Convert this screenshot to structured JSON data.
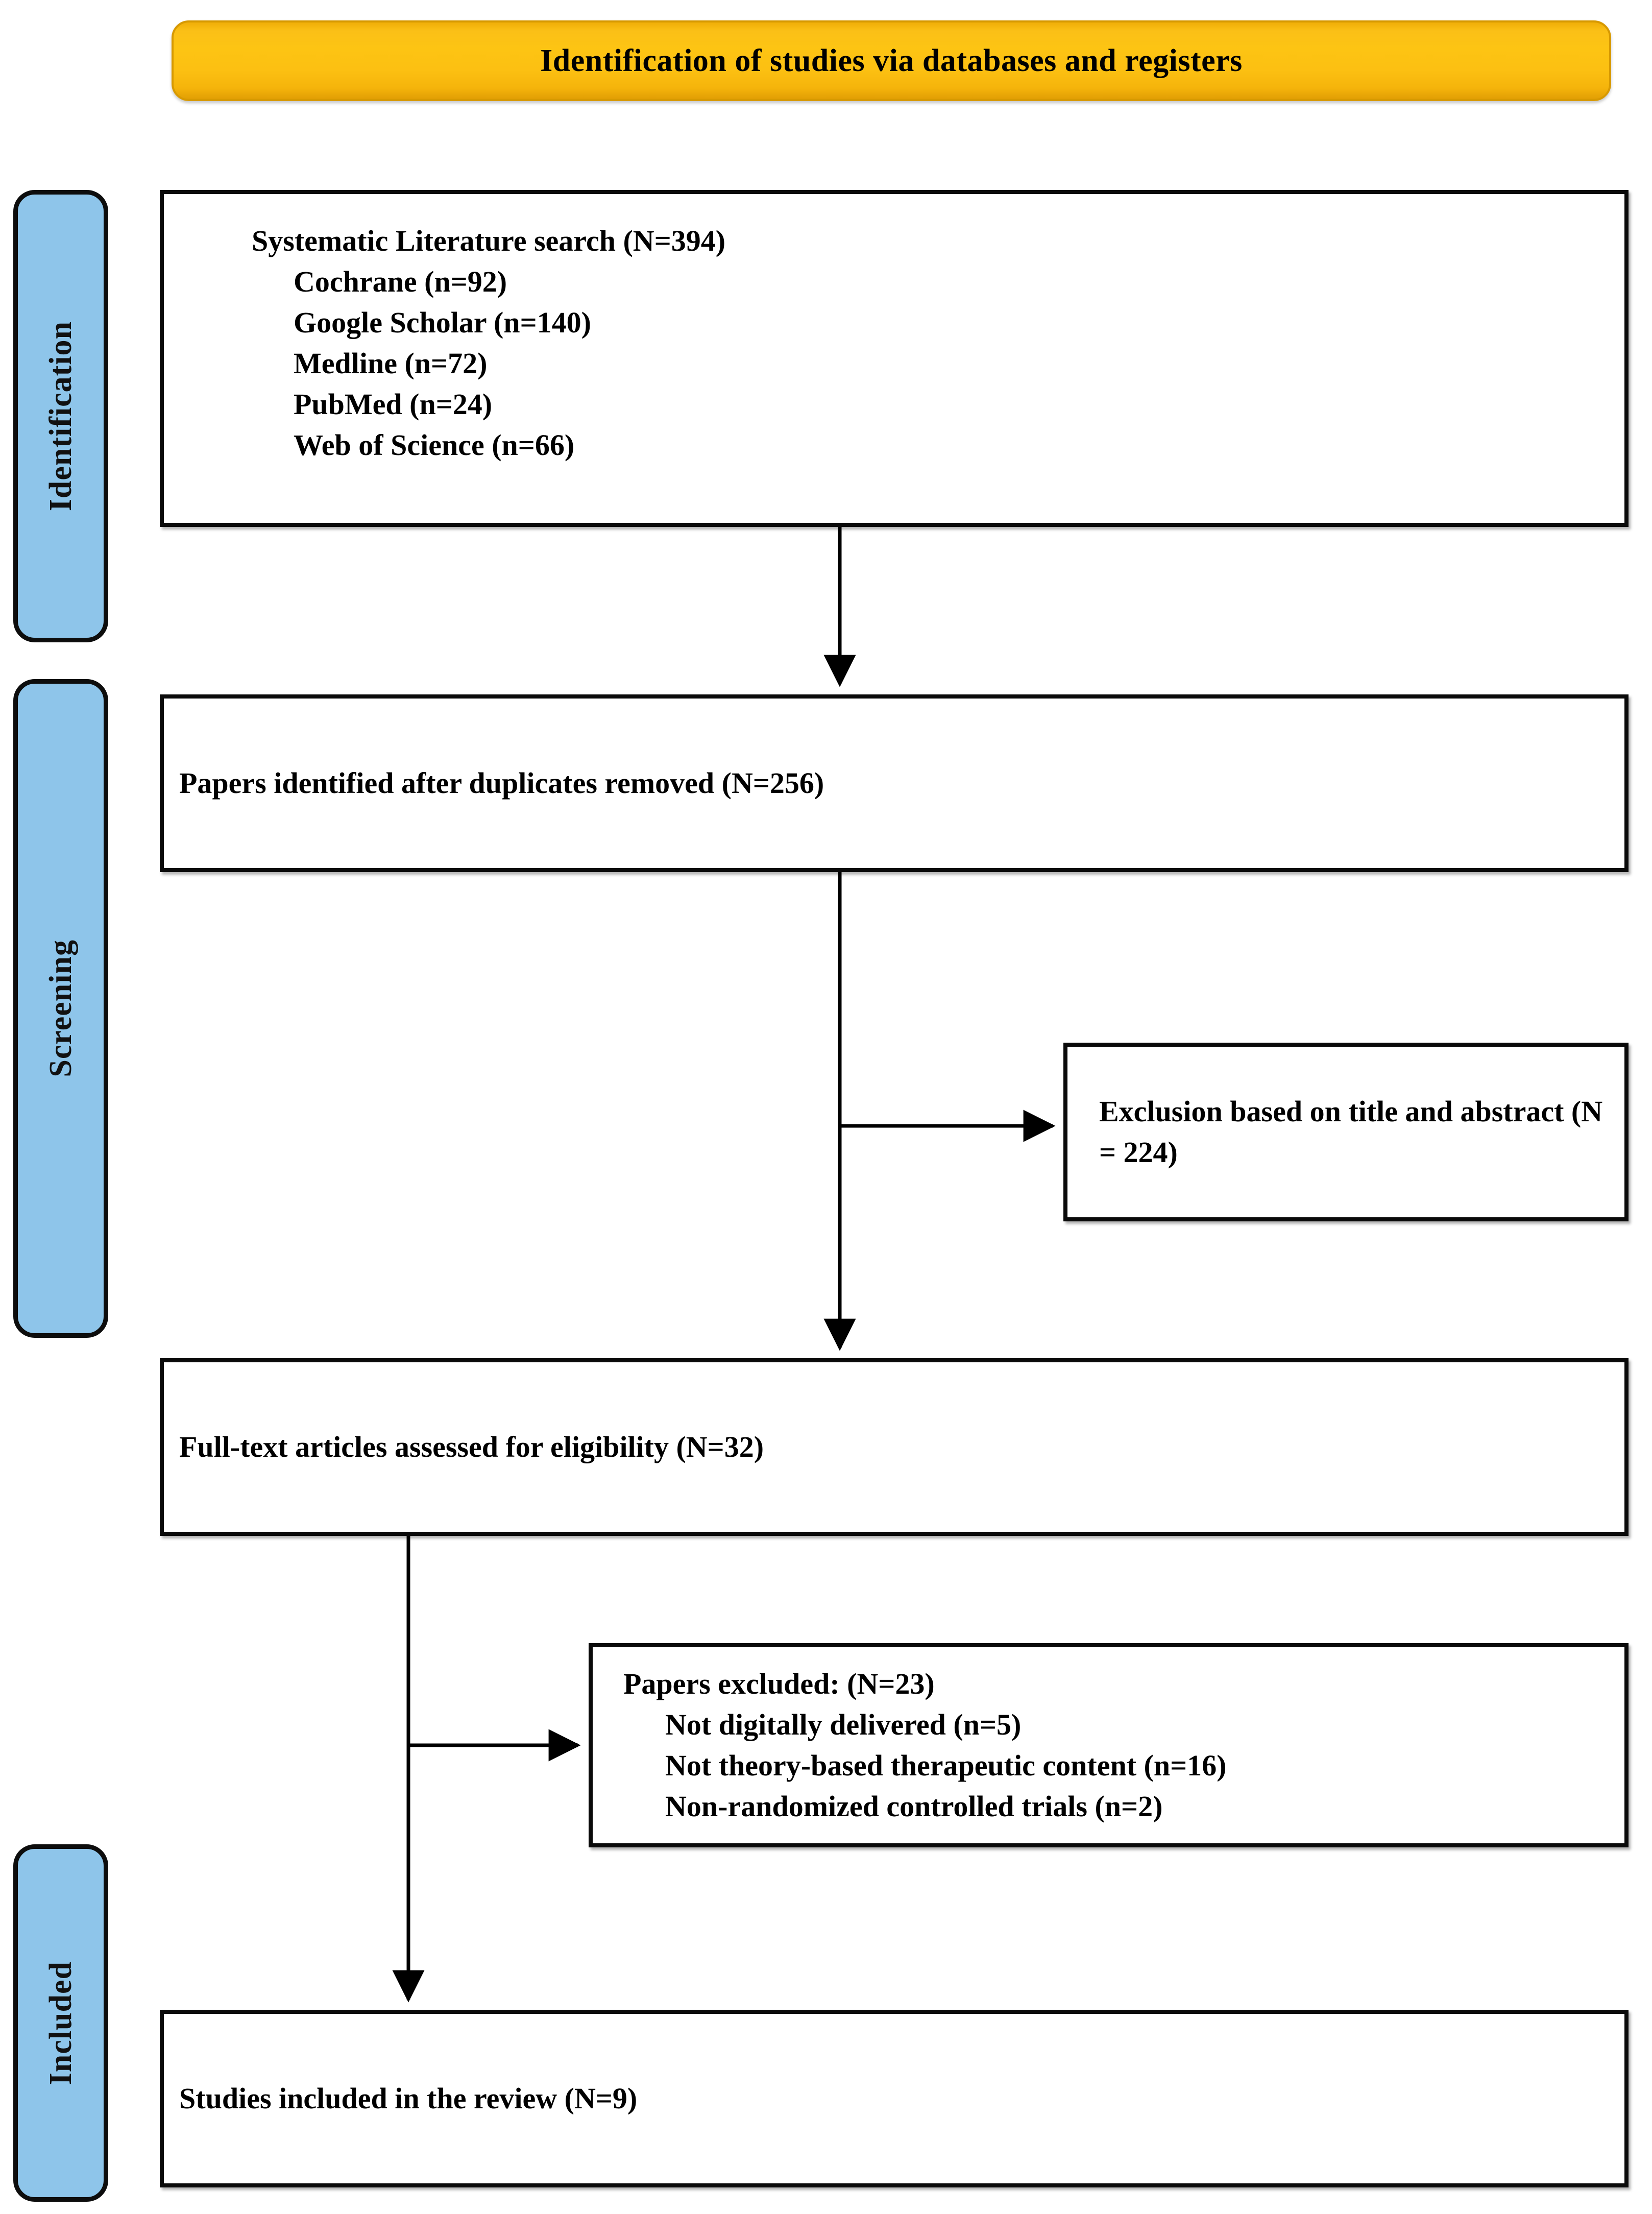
{
  "header": {
    "title": "Identification of studies via databases and registers"
  },
  "stages": [
    {
      "id": "identification",
      "label": "Identification"
    },
    {
      "id": "screening",
      "label": "Screening"
    },
    {
      "id": "included",
      "label": "Included"
    }
  ],
  "boxes": {
    "search": {
      "title": "Systematic Literature search (N=394)",
      "sources": [
        "Cochrane (n=92)",
        "Google Scholar (n=140)",
        "Medline (n=72)",
        "PubMed (n=24)",
        "Web of Science (n=66)"
      ]
    },
    "dedup": {
      "text": "Papers identified after duplicates removed (N=256)"
    },
    "exclusion_title_abstract": {
      "text": "Exclusion based on title and abstract (N = 224)"
    },
    "fulltext": {
      "text": "Full-text articles assessed for eligibility (N=32)"
    },
    "excluded": {
      "title": "Papers excluded: (N=23)",
      "reasons": [
        "Not digitally delivered (n=5)",
        "Not theory-based therapeutic content (n=16)",
        "Non-randomized controlled trials (n=2)"
      ]
    },
    "included": {
      "text": "Studies included in the review (N=9)"
    }
  },
  "chart_data": {
    "type": "diagram",
    "title": "Identification of studies via databases and registers",
    "diagram_kind": "PRISMA flow diagram",
    "stages": [
      "Identification",
      "Screening",
      "Included"
    ],
    "nodes": [
      {
        "id": "search",
        "stage": "Identification",
        "label": "Systematic Literature search",
        "N": 394
      },
      {
        "id": "cochrane",
        "stage": "Identification",
        "label": "Cochrane",
        "n": 92
      },
      {
        "id": "gscholar",
        "stage": "Identification",
        "label": "Google Scholar",
        "n": 140
      },
      {
        "id": "medline",
        "stage": "Identification",
        "label": "Medline",
        "n": 72
      },
      {
        "id": "pubmed",
        "stage": "Identification",
        "label": "PubMed",
        "n": 24
      },
      {
        "id": "wos",
        "stage": "Identification",
        "label": "Web of Science",
        "n": 66
      },
      {
        "id": "dedup",
        "stage": "Screening",
        "label": "Papers identified after duplicates removed",
        "N": 256
      },
      {
        "id": "excl_ta",
        "stage": "Screening",
        "label": "Exclusion based on title and abstract",
        "N": 224
      },
      {
        "id": "fulltext",
        "stage": "Screening",
        "label": "Full-text articles assessed for eligibility",
        "N": 32
      },
      {
        "id": "excluded",
        "stage": "Screening",
        "label": "Papers excluded",
        "N": 23
      },
      {
        "id": "excl_digital",
        "stage": "Screening",
        "label": "Not digitally delivered",
        "n": 5
      },
      {
        "id": "excl_theory",
        "stage": "Screening",
        "label": "Not theory-based therapeutic content",
        "n": 16
      },
      {
        "id": "excl_nonrct",
        "stage": "Screening",
        "label": "Non-randomized controlled trials",
        "n": 2
      },
      {
        "id": "included",
        "stage": "Included",
        "label": "Studies included in the review",
        "N": 9
      }
    ],
    "edges": [
      {
        "from": "search",
        "to": "dedup",
        "kind": "down"
      },
      {
        "from": "dedup",
        "to": "excl_ta",
        "kind": "branch-right"
      },
      {
        "from": "dedup",
        "to": "fulltext",
        "kind": "down"
      },
      {
        "from": "fulltext",
        "to": "excluded",
        "kind": "branch-right"
      },
      {
        "from": "fulltext",
        "to": "included",
        "kind": "down"
      }
    ]
  },
  "colors": {
    "stage_bar_fill": "#8ec5ea",
    "stage_bar_border": "#0d0d0d",
    "header_fill": "#fcc413",
    "header_border": "#d79900",
    "box_border": "#0a0a0a",
    "box_fill": "#ffffff",
    "connector": "#000000"
  }
}
